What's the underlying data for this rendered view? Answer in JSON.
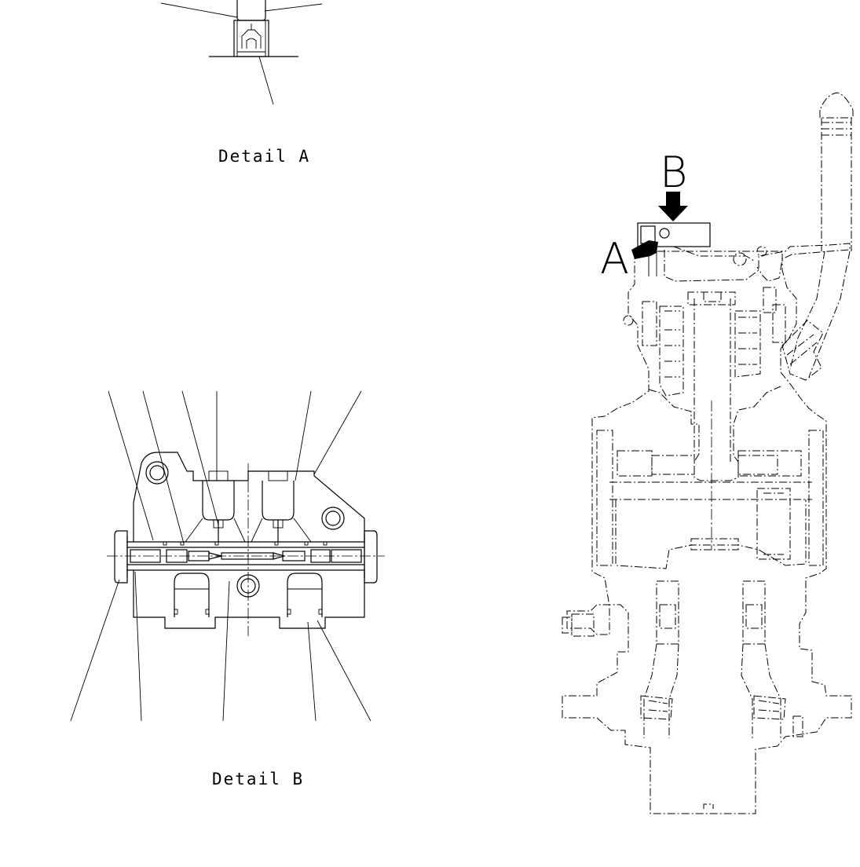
{
  "captions": {
    "detail_a": "Detail A",
    "detail_b": "Detail B"
  },
  "view_labels": {
    "a": "A",
    "b": "B"
  }
}
